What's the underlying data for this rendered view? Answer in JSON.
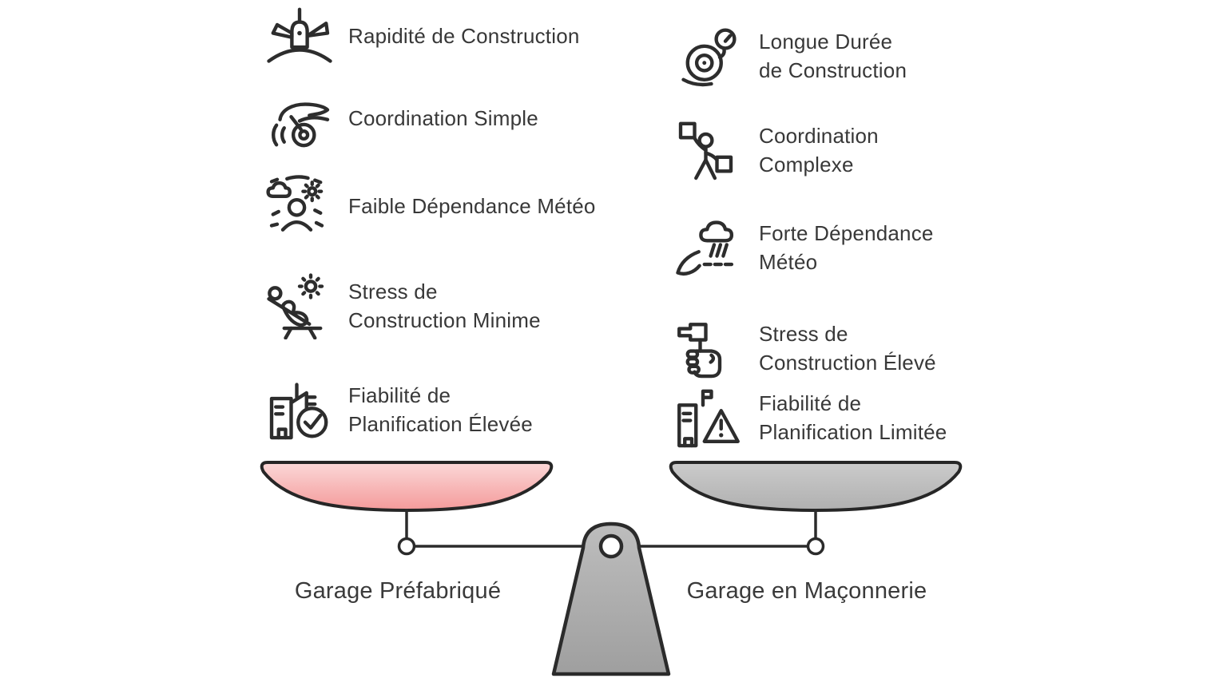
{
  "left": {
    "side_label": "Garage Préfabriqué",
    "pan_colors": {
      "top": "#fbd8d8",
      "bottom": "#f49a9a"
    },
    "items": [
      {
        "label": "Rapidité de Construction",
        "icon": "rover-hill-icon"
      },
      {
        "label": "Coordination Simple",
        "icon": "hand-yoyo-icon"
      },
      {
        "label": "Faible Dépendance Météo",
        "icon": "person-mild-weather-icon"
      },
      {
        "label": "Stress de\nConstruction Minime",
        "icon": "deckchair-sun-icon"
      },
      {
        "label": "Fiabilité de\nPlanification Élevée",
        "icon": "building-check-icon"
      }
    ]
  },
  "right": {
    "side_label": "Garage en Maçonnerie",
    "pan_colors": {
      "top": "#cbcbcb",
      "bottom": "#b0b0b0"
    },
    "items": [
      {
        "label": "Longue Durée\nde Construction",
        "icon": "snail-clock-icon"
      },
      {
        "label": "Coordination\nComplexe",
        "icon": "juggler-boxes-icon"
      },
      {
        "label": "Forte Dépendance\nMétéo",
        "icon": "wind-raincloud-icon"
      },
      {
        "label": "Stress de\nConstruction Élevé",
        "icon": "fist-hammer-icon"
      },
      {
        "label": "Fiabilité de\nPlanification Limitée",
        "icon": "building-warning-icon"
      }
    ]
  },
  "scale": {
    "beam_color": "#2b2b2b",
    "pivot_colors": {
      "top": "#bdbdbd",
      "bottom": "#9f9f9f"
    },
    "outline_color": "#262626"
  },
  "text_color": "#383838"
}
